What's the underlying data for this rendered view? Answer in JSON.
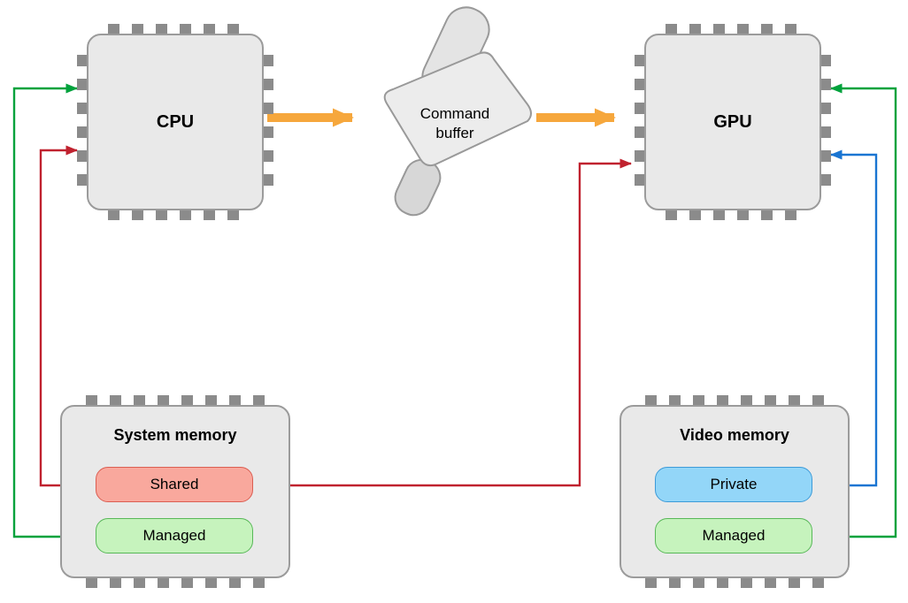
{
  "diagram": {
    "cpu": {
      "label": "CPU"
    },
    "gpu": {
      "label": "GPU"
    },
    "command_buffer": {
      "label": "Command buffer"
    },
    "system_memory": {
      "title": "System memory",
      "slots": [
        {
          "label": "Shared",
          "fill": "#f9a89d",
          "border": "#db5e52"
        },
        {
          "label": "Managed",
          "fill": "#c6f3bd",
          "border": "#58b858"
        }
      ]
    },
    "video_memory": {
      "title": "Video memory",
      "slots": [
        {
          "label": "Private",
          "fill": "#93d6f8",
          "border": "#3d9bd8"
        },
        {
          "label": "Managed",
          "fill": "#c6f3bd",
          "border": "#58b858"
        }
      ]
    },
    "colors": {
      "managed_green": "#00a23c",
      "shared_red": "#c0222f",
      "private_blue": "#1a75d2",
      "command_orange": "#f6a73c",
      "chip_fill": "#e9e9e9",
      "chip_border": "#9b9b9b",
      "pin_gray": "#8b8b8b"
    },
    "arrows": [
      {
        "from": "cpu",
        "to": "command_buffer",
        "color": "#f6a73c",
        "style": "thick",
        "bidirectional": false
      },
      {
        "from": "command_buffer",
        "to": "gpu",
        "color": "#f6a73c",
        "style": "thick",
        "bidirectional": false
      },
      {
        "between": [
          "cpu",
          "system_memory.shared"
        ],
        "color": "#c0222f",
        "bidirectional": true
      },
      {
        "between": [
          "gpu",
          "system_memory.shared"
        ],
        "color": "#c0222f",
        "bidirectional": true
      },
      {
        "between": [
          "cpu",
          "system_memory.managed"
        ],
        "color": "#00a23c",
        "bidirectional": true
      },
      {
        "between": [
          "gpu",
          "video_memory.managed"
        ],
        "color": "#00a23c",
        "bidirectional": true
      },
      {
        "between": [
          "gpu",
          "video_memory.private"
        ],
        "color": "#1a75d2",
        "bidirectional": true
      }
    ]
  }
}
